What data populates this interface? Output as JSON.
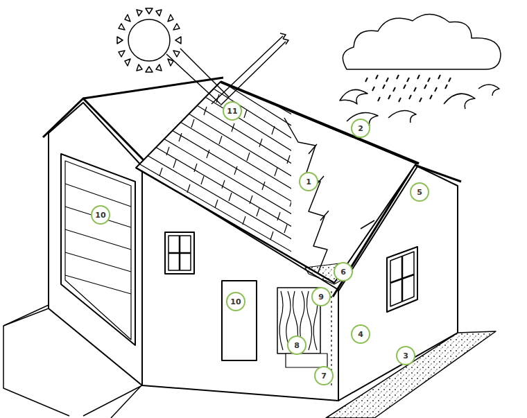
{
  "diagram": {
    "labels": [
      "11",
      "2",
      "1",
      "5",
      "10",
      "6",
      "10",
      "9",
      "4",
      "8",
      "3",
      "7"
    ]
  }
}
